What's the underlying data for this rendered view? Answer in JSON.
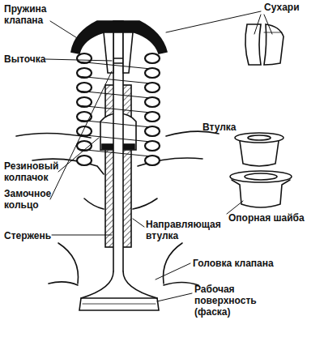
{
  "diagram": {
    "labels": [
      "Пружина клапана",
      "Сухари",
      "Выточка",
      "Втулка",
      "Резиновый колпачок",
      "Опорная шайба",
      "Замочное кольцо",
      "Стержень",
      "Направляющая втулка",
      "Головка клапана",
      "Рабочая поверхность (фаска)"
    ]
  }
}
